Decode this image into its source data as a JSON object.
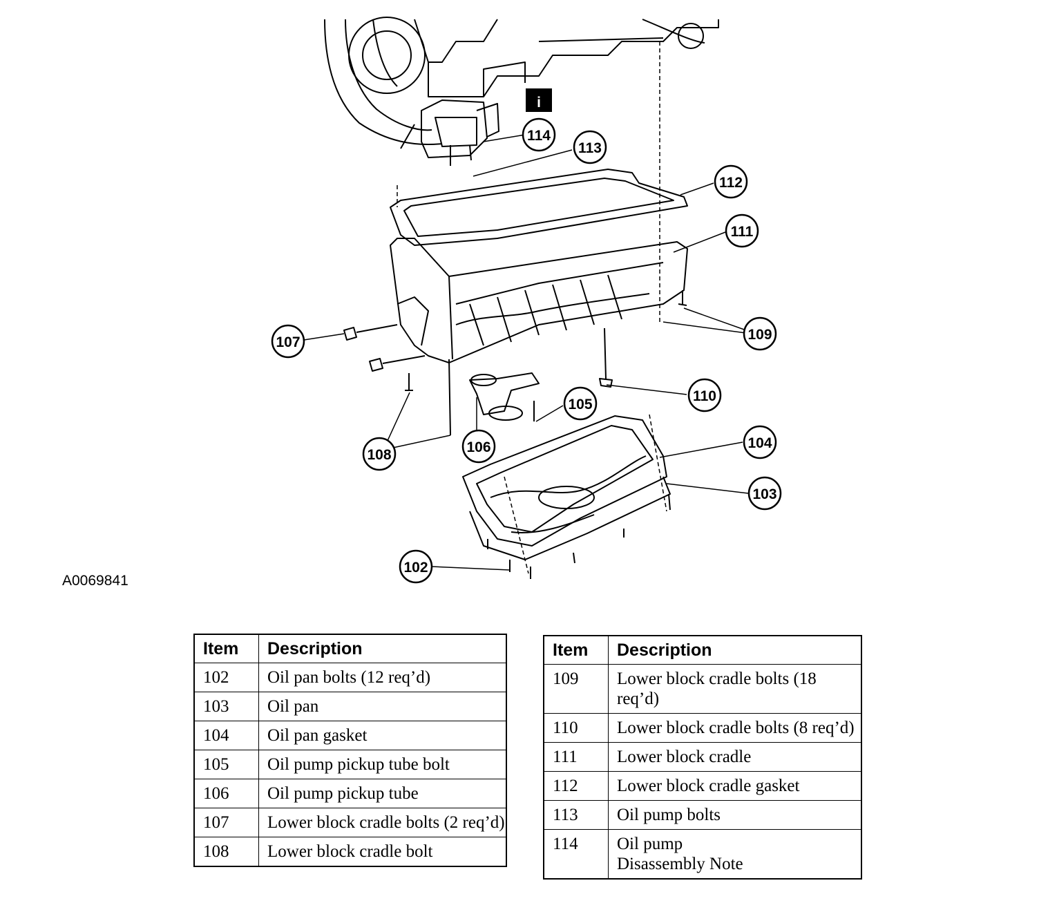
{
  "figure_id": "A0069841",
  "info_icon": "i",
  "callouts": [
    "102",
    "103",
    "104",
    "105",
    "106",
    "107",
    "108",
    "109",
    "110",
    "111",
    "112",
    "113",
    "114"
  ],
  "tables": [
    {
      "headers": {
        "item": "Item",
        "description": "Description"
      },
      "rows": [
        {
          "item": "102",
          "description": "Oil pan bolts (12 req’d)"
        },
        {
          "item": "103",
          "description": "Oil pan"
        },
        {
          "item": "104",
          "description": "Oil pan gasket"
        },
        {
          "item": "105",
          "description": "Oil pump pickup tube bolt"
        },
        {
          "item": "106",
          "description": "Oil pump pickup tube"
        },
        {
          "item": "107",
          "description": "Lower block cradle bolts (2 req’d)"
        },
        {
          "item": "108",
          "description": "Lower block cradle bolt"
        }
      ]
    },
    {
      "headers": {
        "item": "Item",
        "description": "Description"
      },
      "rows": [
        {
          "item": "109",
          "description": "Lower block cradle bolts (18 req’d)"
        },
        {
          "item": "110",
          "description": "Lower block cradle bolts (8 req’d)"
        },
        {
          "item": "111",
          "description": "Lower block cradle"
        },
        {
          "item": "112",
          "description": "Lower block cradle gasket"
        },
        {
          "item": "113",
          "description": "Oil pump bolts"
        },
        {
          "item": "114",
          "description": "Oil pump",
          "note": "Disassembly Note"
        }
      ]
    }
  ]
}
